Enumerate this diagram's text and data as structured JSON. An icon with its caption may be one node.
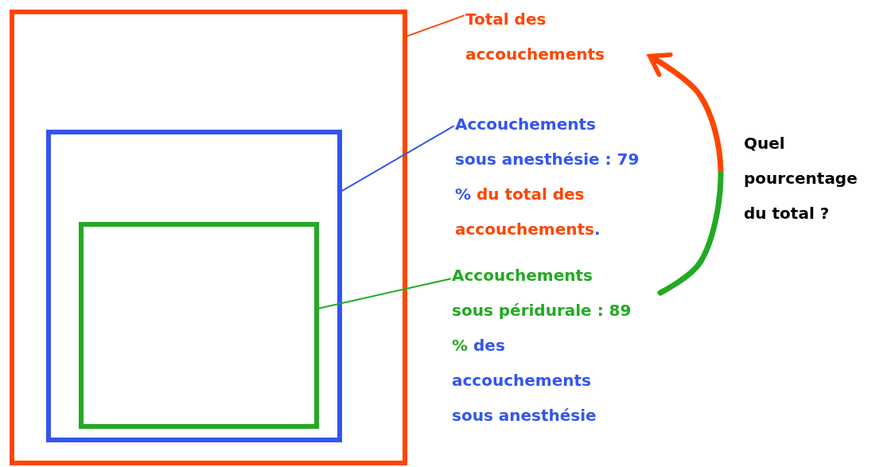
{
  "diagram": {
    "nodes": [
      {
        "text": [],
        "shape": "box"
      },
      {
        "text": [],
        "shape": "box",
        "in": 0
      },
      {
        "text": [],
        "shape": "box",
        "in": 1
      },
      {
        "text": [
          "Total des accouchements"
        ]
      },
      {
        "text": [
          "Accouchements sous anesthésie : 79 %",
          "du total des accouchements",
          "."
        ]
      },
      {
        "text": [
          "Accouchements sous péridurale : 89 %",
          "des accouchements sous anesthésie"
        ]
      }
    ],
    "edges": [
      {
        "from": 3,
        "to": 0,
        "arrow": "none",
        "color": "#ff4500"
      },
      {
        "from": 4,
        "to": 1,
        "arrow": "none",
        "color": "#3355ee"
      },
      {
        "from": 5,
        "to": 2,
        "arrow": "none",
        "color": "#22aa22"
      },
      {
        "from": 5,
        "to": 3,
        "arrow": "to",
        "style": "thick"
      }
    ],
    "labels": [
      "Quel pourcentage du total ?"
    ]
  }
}
